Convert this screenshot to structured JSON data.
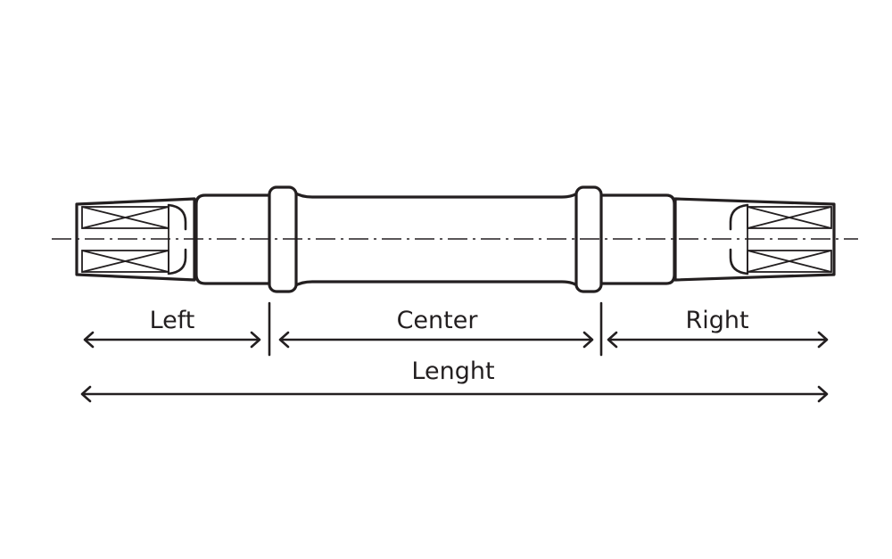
{
  "diagram": {
    "type": "technical-drawing",
    "subject-icon": "bottom-bracket-spindle-icon",
    "labels": {
      "left": "Left",
      "center": "Center",
      "right": "Right",
      "length": "Lenght"
    },
    "colors": {
      "ink": "#231f20",
      "background": "#ffffff"
    }
  }
}
